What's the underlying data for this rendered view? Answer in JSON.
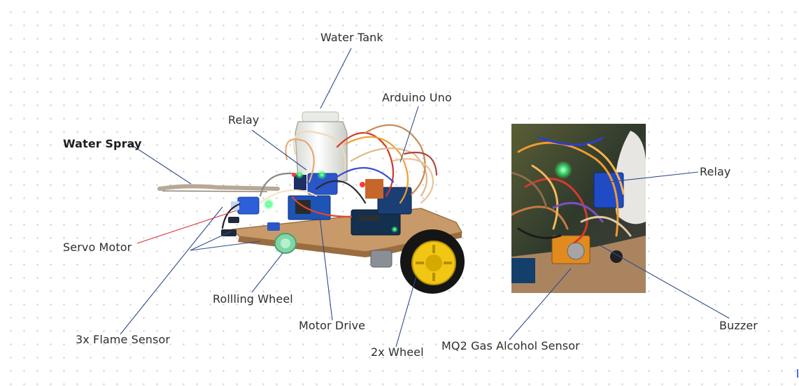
{
  "labels": {
    "water_tank": "Water Tank",
    "arduino_uno": "Arduino Uno",
    "relay_main": "Relay",
    "water_spray": "Water Spray",
    "servo_motor": "Servo Motor",
    "rolling_wheel": "Rollling Wheel",
    "flame_sensor": "3x Flame Sensor",
    "motor_drive": "Motor Drive",
    "wheel": "2x Wheel",
    "relay_inset": "Relay",
    "buzzer": "Buzzer",
    "mq2_sensor": "MQ2 Gas Alcohol Sensor"
  },
  "colors": {
    "leader_line": "#2f4b8a",
    "servo_line": "#d93030",
    "board": "#c89a6a",
    "wheel_yellow": "#f2c614",
    "arduino_blue": "#14304f",
    "led_green": "#2cff6a"
  }
}
